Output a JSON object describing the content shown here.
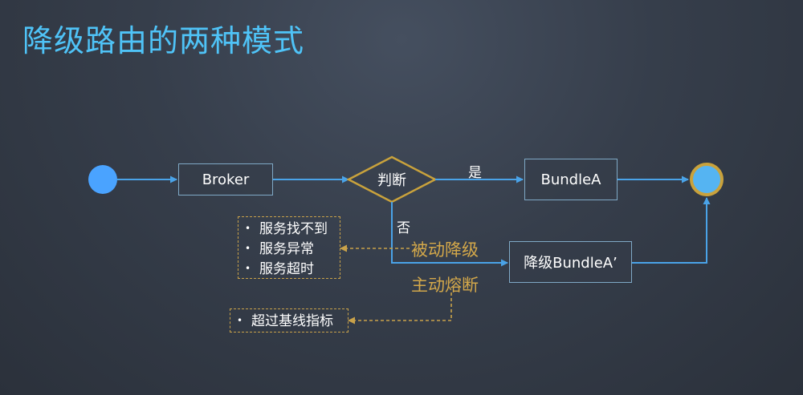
{
  "title": "降级路由的两种模式",
  "nodes": {
    "broker": "Broker",
    "decision": "判断",
    "bundle_a": "BundleA",
    "fallback": "降级BundleA’"
  },
  "edge_labels": {
    "yes": "是",
    "no": "否"
  },
  "modes": {
    "passive": "被动降级",
    "active": "主动熔断"
  },
  "passive_reasons": [
    "服务找不到",
    "服务异常",
    "服务超时"
  ],
  "active_reasons": [
    "超过基线指标"
  ],
  "colors": {
    "title": "#4fc3f7",
    "flow_arrow": "#4aa3e8",
    "start_node": "#4aa3ff",
    "end_node_fill": "#55b4f2",
    "end_node_ring": "#c9a23c",
    "mode_text": "#d4a84a",
    "dashed_border": "#c9a24a"
  }
}
